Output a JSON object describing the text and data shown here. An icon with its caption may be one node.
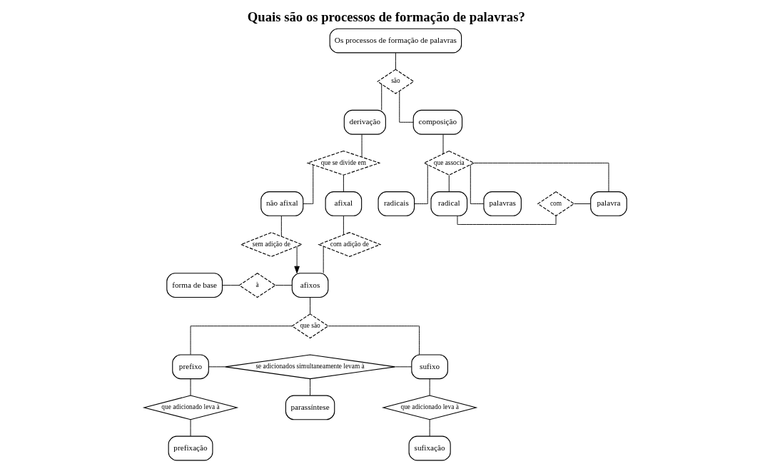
{
  "diagram": {
    "title": "Quais são os processos de formação de palavras?",
    "nodes": [
      {
        "text": [
          "Os processos de formação de palavras"
        ]
      },
      {
        "text": [
          "são"
        ]
      },
      {
        "text": [
          "derivação"
        ]
      },
      {
        "text": [
          "composição"
        ]
      },
      {
        "text": [
          "que se divide em"
        ]
      },
      {
        "text": [
          "afixal"
        ]
      },
      {
        "text": [
          "não afixal"
        ]
      },
      {
        "text": [
          "com adição de"
        ]
      },
      {
        "text": [
          "sem adição de"
        ]
      },
      {
        "text": [
          "afixos"
        ]
      },
      {
        "text": [
          "forma de base"
        ]
      },
      {
        "text": [
          "à"
        ]
      },
      {
        "text": [
          "que são"
        ]
      },
      {
        "text": [
          "prefixo"
        ]
      },
      {
        "text": [
          "se adicionados simultaneamente levam à"
        ]
      },
      {
        "text": [
          "sufixo"
        ]
      },
      {
        "text": [
          "que adicionado leva à"
        ]
      },
      {
        "text": [
          "que adicionado leva à"
        ]
      },
      {
        "text": [
          "prefixação"
        ]
      },
      {
        "text": [
          "parassíntese"
        ]
      },
      {
        "text": [
          "sufixação"
        ]
      },
      {
        "text": [
          "que associa"
        ]
      },
      {
        "text": [
          "palavras"
        ]
      },
      {
        "text": [
          "radicais"
        ]
      },
      {
        "text": [
          "radical"
        ]
      },
      {
        "text": [
          "com"
        ]
      },
      {
        "text": [
          "palavra"
        ]
      }
    ],
    "edges": [
      {
        "from": 0,
        "to": 1,
        "arrow": "none"
      },
      {
        "from": 1,
        "to": 2,
        "arrow": "none"
      },
      {
        "from": 1,
        "to": 3,
        "arrow": "none"
      },
      {
        "from": 2,
        "to": 4,
        "arrow": "none"
      },
      {
        "from": 4,
        "to": 5,
        "arrow": "none"
      },
      {
        "from": 4,
        "to": 6,
        "arrow": "none"
      },
      {
        "from": 5,
        "to": 7,
        "arrow": "none"
      },
      {
        "from": 7,
        "to": 9,
        "arrow": "none"
      },
      {
        "from": 6,
        "to": 8,
        "arrow": "none"
      },
      {
        "from": 8,
        "to": 9,
        "arrow": "to"
      },
      {
        "from": 10,
        "to": 11,
        "arrow": "none"
      },
      {
        "from": 11,
        "to": 9,
        "arrow": "none"
      },
      {
        "from": 9,
        "to": 12,
        "arrow": "none"
      },
      {
        "from": 12,
        "to": 13,
        "arrow": "none"
      },
      {
        "from": 12,
        "to": 15,
        "arrow": "none"
      },
      {
        "from": 13,
        "to": 14,
        "arrow": "none"
      },
      {
        "from": 14,
        "to": 15,
        "arrow": "none"
      },
      {
        "from": 13,
        "to": 16,
        "arrow": "none"
      },
      {
        "from": 14,
        "to": 19,
        "arrow": "none"
      },
      {
        "from": 15,
        "to": 17,
        "arrow": "none"
      },
      {
        "from": 16,
        "to": 18,
        "arrow": "none"
      },
      {
        "from": 17,
        "to": 20,
        "arrow": "none"
      },
      {
        "from": 3,
        "to": 21,
        "arrow": "none"
      },
      {
        "from": 21,
        "to": 22,
        "arrow": "none"
      },
      {
        "from": 21,
        "to": 23,
        "arrow": "none"
      },
      {
        "from": 21,
        "to": 24,
        "arrow": "none"
      },
      {
        "from": 21,
        "to": 26,
        "arrow": "none"
      },
      {
        "from": 24,
        "to": 25,
        "arrow": "none"
      },
      {
        "from": 25,
        "to": 26,
        "arrow": "none"
      }
    ]
  }
}
